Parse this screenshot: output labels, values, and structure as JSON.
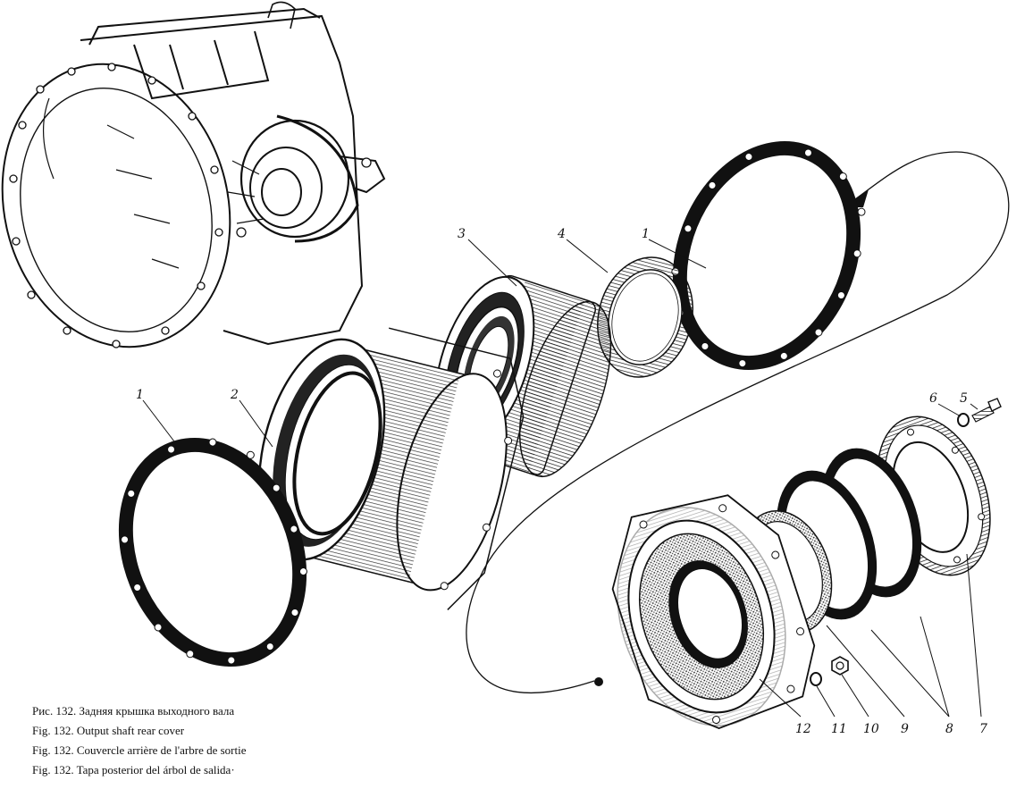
{
  "diagram": {
    "callouts": {
      "p1_top": "1",
      "p1_left": "1",
      "p2": "2",
      "p3": "3",
      "p4": "4",
      "p5": "5",
      "p6": "6",
      "p7": "7",
      "p8": "8",
      "p9": "9",
      "p10": "10",
      "p11": "11",
      "p12": "12"
    },
    "captions": [
      "Рис. 132. Задняя крышка выходного вала",
      "Fig. 132. Output shaft rear cover",
      "Fig. 132. Couvercle arrière de l'arbre de sortie",
      "Fig. 132. Tapa posterior del árbol de salida·"
    ]
  }
}
